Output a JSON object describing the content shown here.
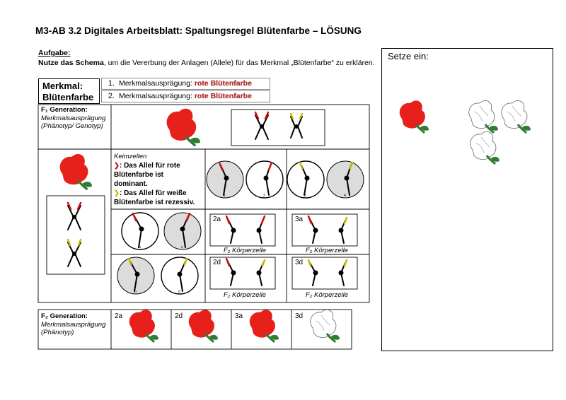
{
  "title": "M3-AB 3.2 Digitales Arbeitsblatt: Spaltungsregel Blütenfarbe – LÖSUNG",
  "task": {
    "heading": "Aufgabe:",
    "text_bold": "Nutze das Schema",
    "text_rest": ", um die Vererbung der Anlagen (Allele) für das Merkmal „Blütenfarbe“ zu erklären."
  },
  "merkmal": {
    "label_line1": "Merkmal:",
    "label_line2": "Blütenfarbe",
    "options": [
      {
        "num": "1.",
        "label": "Merkmalsausprägung: ",
        "value": "rote Blütenfarbe"
      },
      {
        "num": "2.",
        "label": "Merkmalsausprägung: ",
        "value": "rote Blütenfarbe"
      }
    ]
  },
  "f1": {
    "heading": "F₁ Generation:",
    "sub1": "Merkmalsausprägung",
    "sub2": "(Phänotyp/ Genotyp)"
  },
  "keimzellen": {
    "heading": "Keimzellen",
    "line1": ": Das Allel für rote",
    "line2": "Blütenfarbe ist",
    "line3": "dominant.",
    "line4": ": Das Allel für weiße",
    "line5": "Blütenfarbe ist rezessiv."
  },
  "cells": {
    "c2a": "2a",
    "c3a": "3a",
    "c2d": "2d",
    "c3d": "3d",
    "caption": "F₂ Körperzelle"
  },
  "gamete_letters": [
    "1",
    "2",
    "3",
    "4",
    "a",
    "c",
    "b",
    "d"
  ],
  "f2": {
    "heading": "F₂ Generation:",
    "sub1": "Merkmalsausprägung",
    "sub2": "(Phänotyp)",
    "items": [
      "2a",
      "2d",
      "3a",
      "3d"
    ]
  },
  "setze": {
    "label": "Setze ein:"
  },
  "colors": {
    "flower_red": "#e8201c",
    "allele_red": "#d01010",
    "allele_yellow": "#c9b800",
    "stem_green": "#2e7d32",
    "gamete_gray": "#dcdcdc",
    "value_red": "#a12b26"
  }
}
